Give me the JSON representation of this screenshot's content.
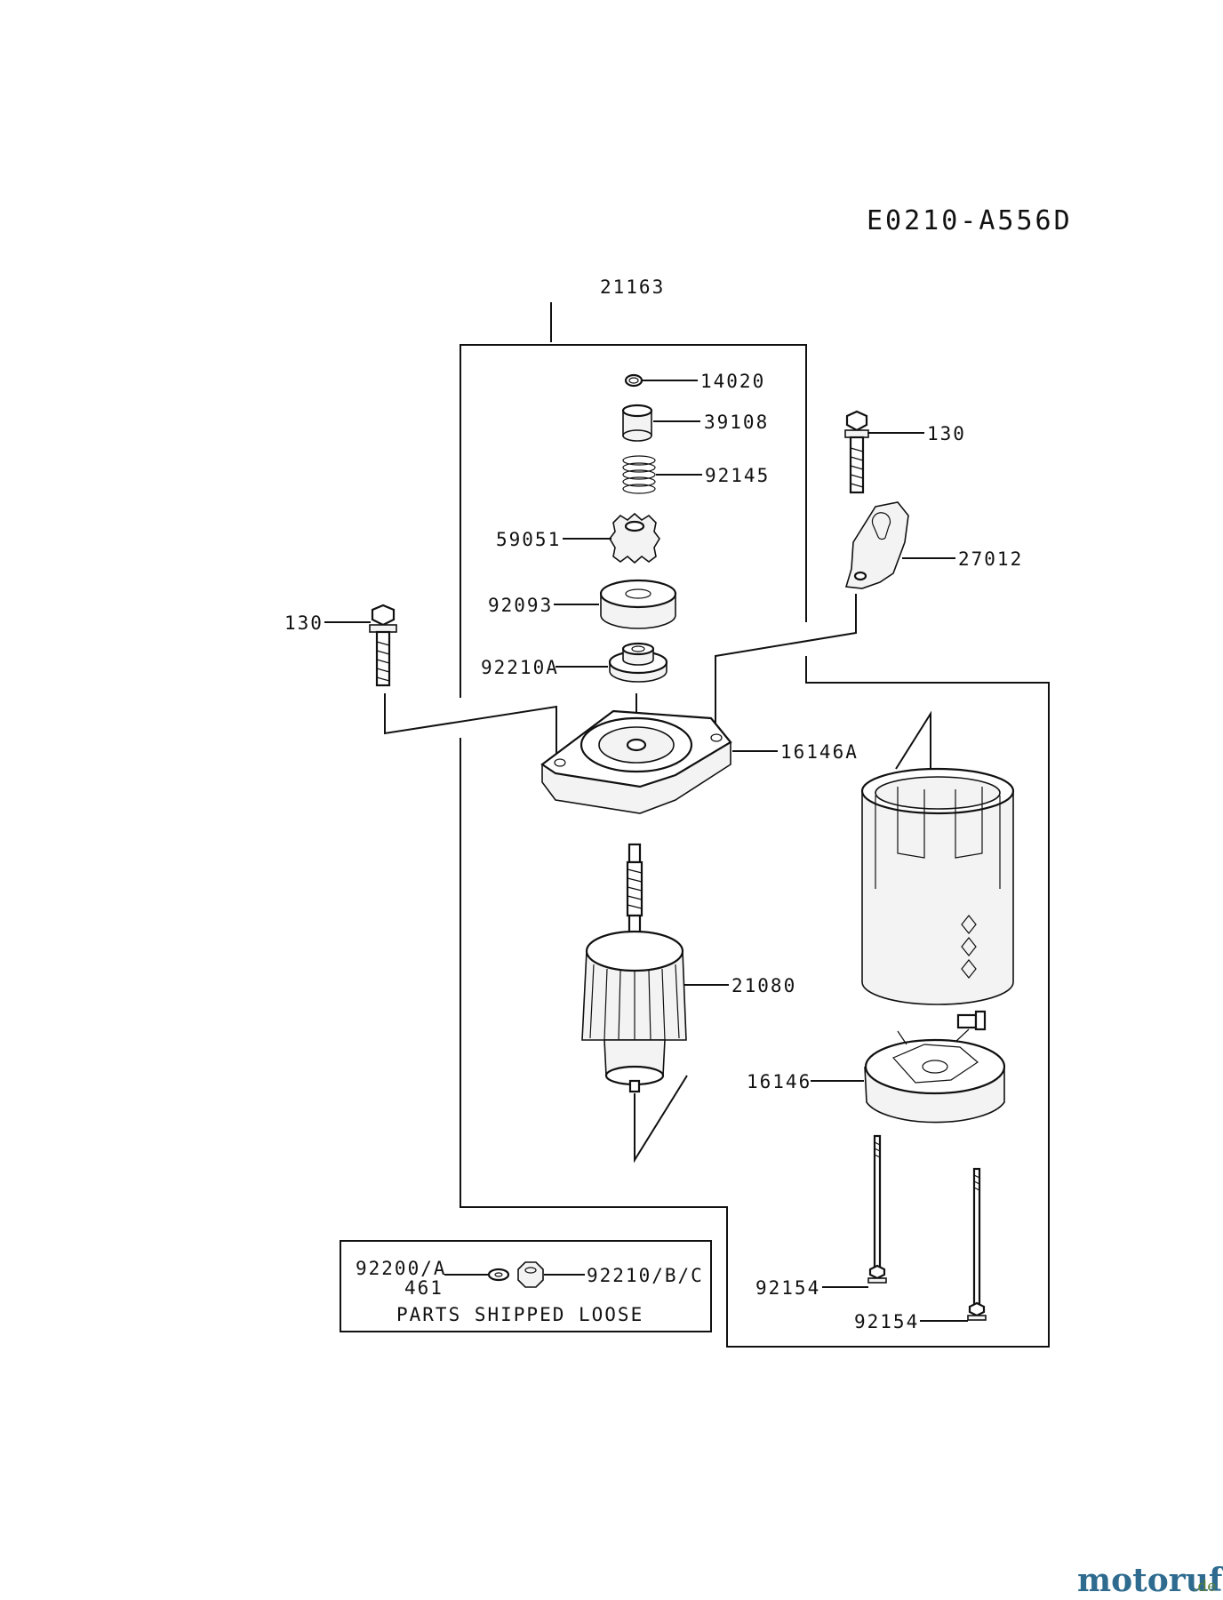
{
  "diagram_code": "E0210-A556D",
  "labels": {
    "p21163": "21163",
    "p14020": "14020",
    "p39108": "39108",
    "p92145": "92145",
    "p59051": "59051",
    "p92093": "92093",
    "p92210A": "92210A",
    "p130_right": "130",
    "p27012": "27012",
    "p130_left": "130",
    "p16146A": "16146A",
    "p21080": "21080",
    "p16146": "16146",
    "p92154_a": "92154",
    "p92154_b": "92154",
    "p92200A": "92200/A",
    "p461": "461",
    "p92210BC": "92210/B/C"
  },
  "loose_box": {
    "caption": "PARTS SHIPPED LOOSE"
  },
  "watermark": {
    "brand": "motoruf",
    "tld": ".de"
  }
}
